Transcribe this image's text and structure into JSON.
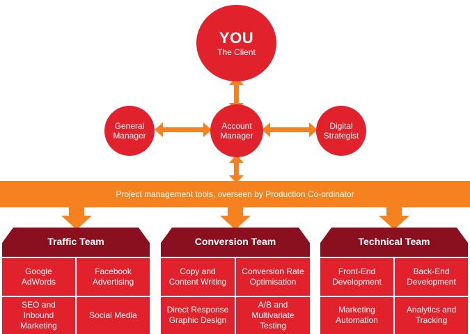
{
  "colors": {
    "circle_red": "#e1222c",
    "arrow_orange": "#f5821f",
    "team_header_dark_red": "#8a1020",
    "cell_red": "#e1222c",
    "text": "#ffffff"
  },
  "client": {
    "title": "YOU",
    "subtitle": "The Client"
  },
  "nodes": {
    "general_manager": "General\nManager",
    "account_manager": "Account\nManager",
    "digital_strategist": "Digital\nStrategist"
  },
  "project_bar": "Project management tools, overseen by Production Co-ordinator",
  "teams": [
    {
      "title": "Traffic Team",
      "services": [
        "Google\nAdWords",
        "Facebook\nAdvertising",
        "SEO and\nInbound Marketing",
        "Social Media"
      ]
    },
    {
      "title": "Conversion Team",
      "services": [
        "Copy and\nContent Writing",
        "Conversion Rate\nOptimisation",
        "Direct Response\nGraphic Design",
        "A/B and\nMultivariate\nTesting"
      ]
    },
    {
      "title": "Technical Team",
      "services": [
        "Front-End\nDevelopment",
        "Back-End\nDevelopment",
        "Marketing\nAutomation",
        "Analytics and\nTracking"
      ]
    }
  ]
}
